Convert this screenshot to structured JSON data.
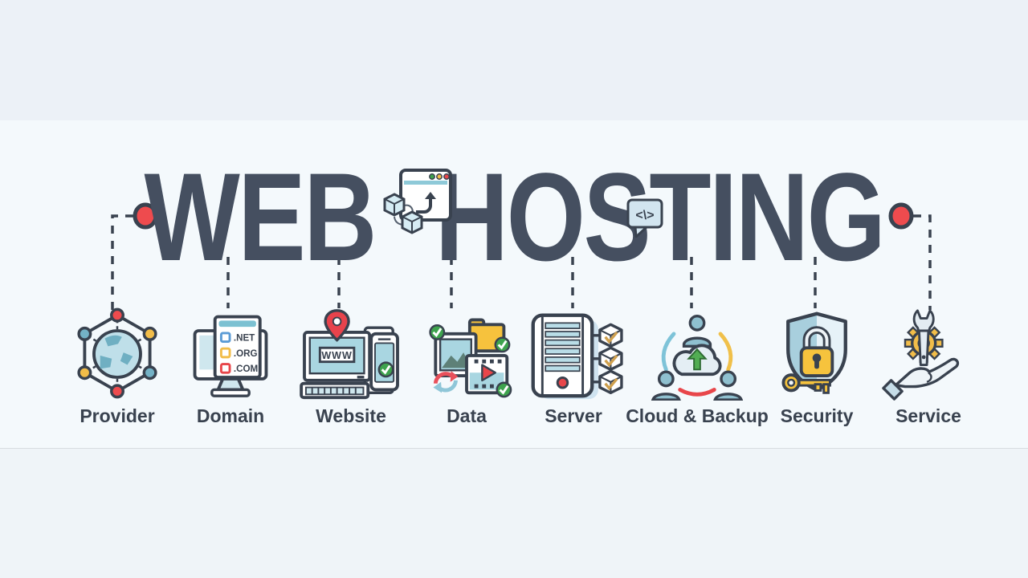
{
  "banner": {
    "title": "WEB HOSTING",
    "code_glyph": "<\\>",
    "colors": {
      "ink": "#39424f",
      "title": "#454f60",
      "red": "#ee4b4e",
      "yellow": "#f2bd49",
      "teal": "#a9d6e1",
      "blue": "#74b2c6",
      "green": "#3ea34d",
      "background": "#f4f9fc"
    }
  },
  "items": [
    {
      "label": "Provider",
      "icon": "network-globe-icon"
    },
    {
      "label": "Domain",
      "icon": "domain-monitor-icon",
      "entries": [
        ".NET",
        ".ORG",
        ".COM"
      ]
    },
    {
      "label": "Website",
      "icon": "website-devices-icon",
      "url_text": "WWW"
    },
    {
      "label": "Data",
      "icon": "data-files-icon"
    },
    {
      "label": "Server",
      "icon": "server-cubes-icon"
    },
    {
      "label": "Cloud & Backup",
      "icon": "cloud-backup-icon"
    },
    {
      "label": "Security",
      "icon": "security-shield-icon"
    },
    {
      "label": "Service",
      "icon": "service-hand-icon"
    }
  ]
}
